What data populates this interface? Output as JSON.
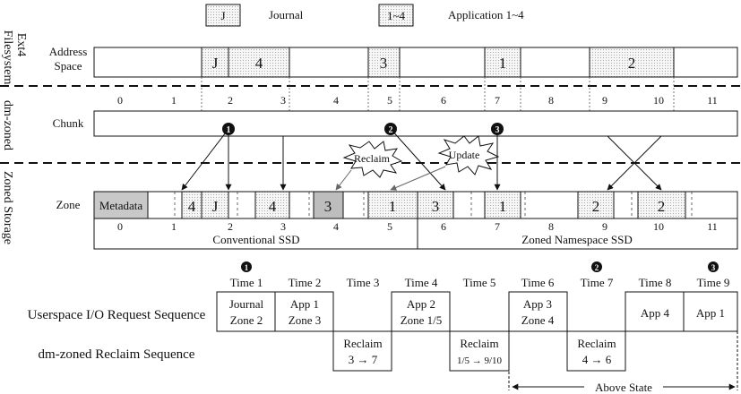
{
  "legend": {
    "journal_box": "J",
    "journal_label": "Journal",
    "app_box": "1~4",
    "app_label": "Application 1~4"
  },
  "layers": {
    "ext4": "Ext4",
    "filesystem": "Filesystem",
    "dm_zoned": "dm-zoned",
    "zoned_storage": "Zoned Storage"
  },
  "rows": {
    "address_space_line1": "Address",
    "address_space_line2": "Space",
    "chunk": "Chunk",
    "zone": "Zone"
  },
  "address_space": {
    "j": "J",
    "app4": "4",
    "app3": "3",
    "app1": "1",
    "app2": "2"
  },
  "chunk_numbers": [
    "0",
    "1",
    "2",
    "3",
    "4",
    "5",
    "6",
    "7",
    "8",
    "9",
    "10",
    "11"
  ],
  "zone_numbers": [
    "0",
    "1",
    "2",
    "3",
    "4",
    "5",
    "6",
    "7",
    "8",
    "9",
    "10",
    "11"
  ],
  "markers": {
    "m1": "1",
    "m2": "2",
    "m3": "3"
  },
  "bursts": {
    "reclaim": "Reclaim",
    "update": "Update"
  },
  "zone_blocks": {
    "metadata": "Metadata",
    "z1": "4",
    "z2": "J",
    "z3": "4",
    "z4": "3",
    "z5": "1",
    "z6": "3",
    "z7": "1",
    "z9": "2",
    "z10": "2"
  },
  "ssd": {
    "conventional": "Conventional SSD",
    "zns": "Zoned Namespace SSD"
  },
  "sequence": {
    "userspace_label": "Userspace I/O Request Sequence",
    "reclaim_label": "dm-zoned Reclaim Sequence",
    "times": [
      "Time 1",
      "Time 2",
      "Time 3",
      "Time 4",
      "Time 5",
      "Time 6",
      "Time 7",
      "Time 8",
      "Time 9"
    ],
    "t1_l1": "Journal",
    "t1_l2": "Zone 2",
    "t2_l1": "App 1",
    "t2_l2": "Zone 3",
    "t4_l1": "App 2",
    "t4_l2": "Zone 1/5",
    "t6_l1": "App 3",
    "t6_l2": "Zone 4",
    "t8": "App 4",
    "t9": "App 1",
    "r3_l1": "Reclaim",
    "r3_l2": "3 → 7",
    "r5_l1": "Reclaim",
    "r5_l2": "1/5 → 9/10",
    "r7_l1": "Reclaim",
    "r7_l2": "4 → 6",
    "above_state": "Above State"
  }
}
